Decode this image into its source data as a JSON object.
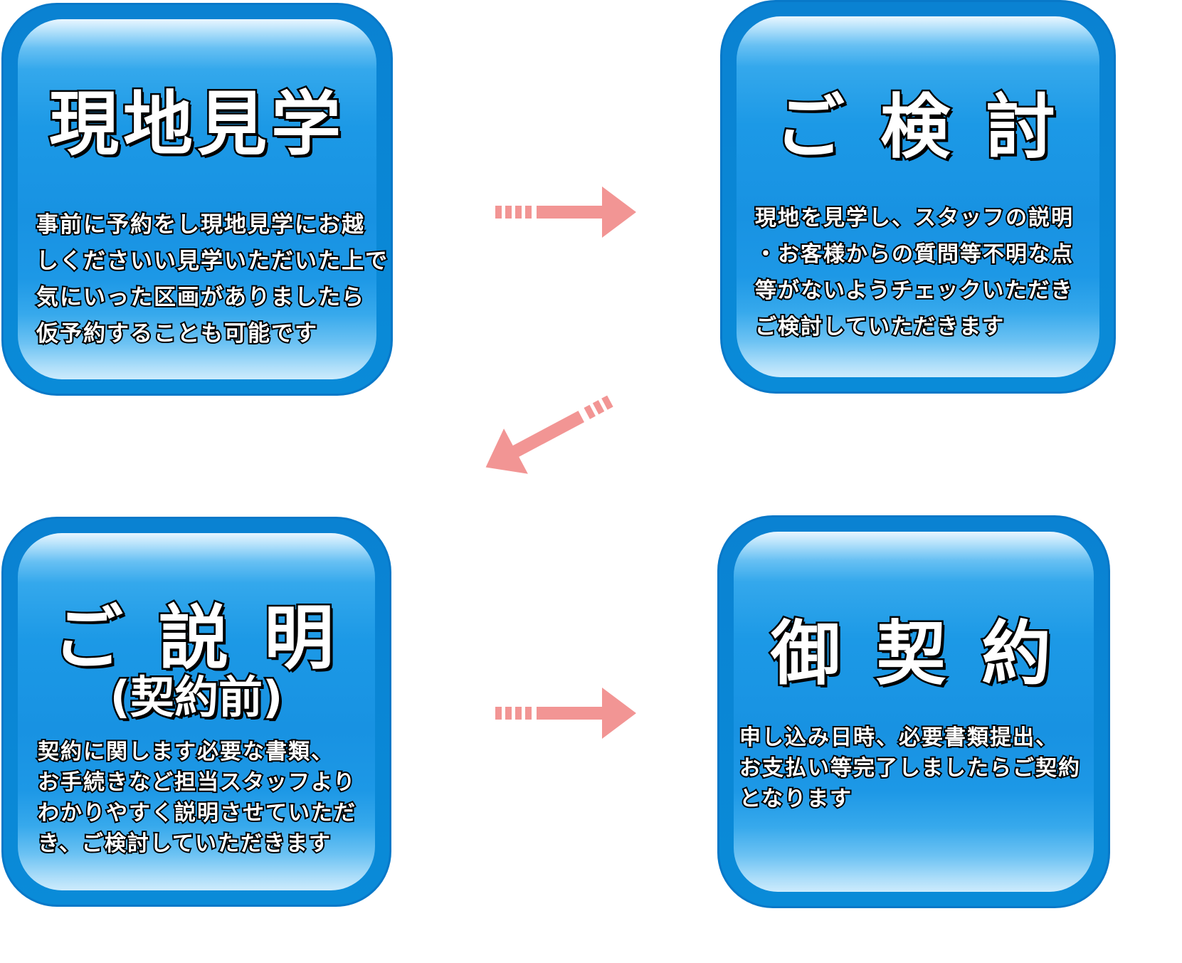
{
  "colors": {
    "card": "#0a82d2",
    "arrow": "#f29594",
    "text": "#ffffff",
    "outline": "#000000"
  },
  "steps": [
    {
      "title": "現地見学",
      "lines": [
        "事前に予約をし現地見学にお越",
        "しくださいい見学いただいた上で",
        "気にいった区画がありましたら",
        "仮予約することも可能です"
      ]
    },
    {
      "title": "ご 検 討",
      "lines": [
        "現地を見学し、スタッフの説明",
        "・お客様からの質問等不明な点",
        "等がないようチェックいただき",
        "ご検討していただきます"
      ]
    },
    {
      "title": "ご 説 明",
      "subtitle": "(契約前)",
      "lines": [
        "契約に関します必要な書類、",
        "お手続きなど担当スタッフより",
        "わかりやすく説明させていただ",
        "き、ご検討していただきます"
      ]
    },
    {
      "title": "御 契 約",
      "lines": [
        "申し込み日時、必要書類提出、",
        "お支払い等完了しましたらご契約",
        "となります"
      ]
    }
  ],
  "arrows": [
    "right-arrow",
    "down-left-arrow",
    "right-arrow"
  ]
}
